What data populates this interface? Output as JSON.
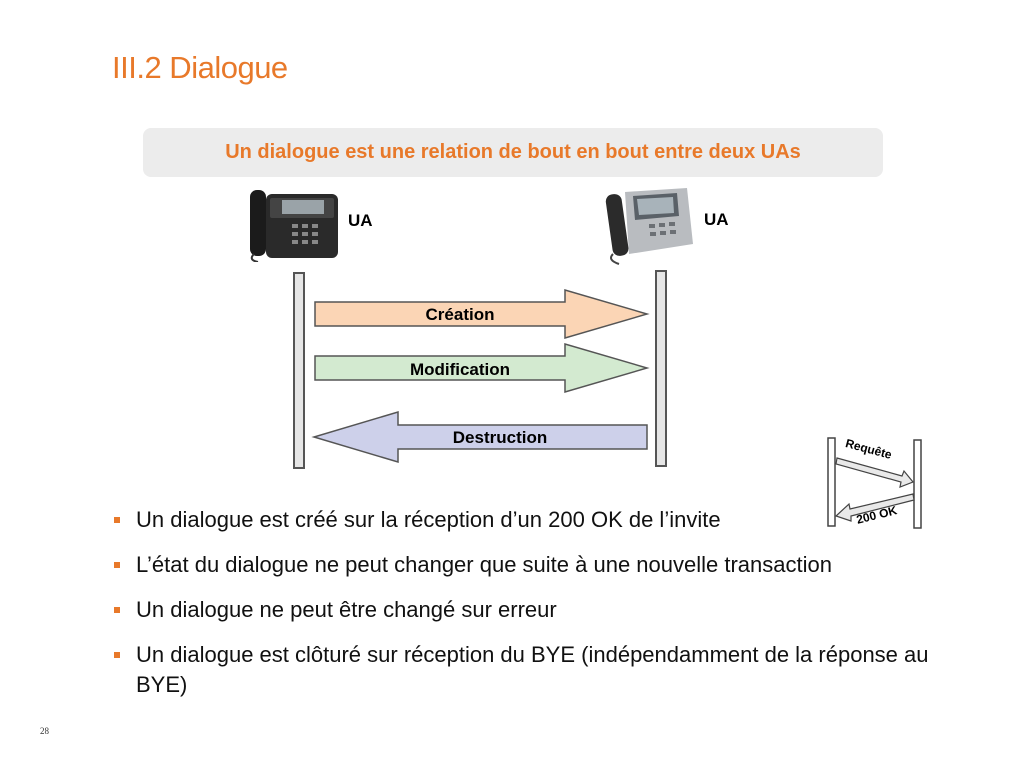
{
  "title": "III.2 Dialogue",
  "subtitle": "Un dialogue est une relation de bout en bout entre deux UAs",
  "diagram": {
    "left_label": "UA",
    "right_label": "UA",
    "arrows": [
      {
        "label": "Création",
        "color": "#fbd5b5"
      },
      {
        "label": "Modification",
        "color": "#d3ead0"
      },
      {
        "label": "Destruction",
        "color": "#cdd0ea"
      }
    ],
    "mini": {
      "request": "Requête",
      "response": "200 OK"
    }
  },
  "bullets": [
    "Un dialogue est créé sur la réception d’un 200 OK de l’invite",
    "L’état du dialogue ne peut changer que suite à une nouvelle transaction",
    "Un dialogue ne peut être changé sur erreur",
    "Un dialogue est clôturé sur réception du BYE (indépendamment de la réponse au BYE)"
  ],
  "page_number": "28",
  "colors": {
    "accent": "#e8792a"
  }
}
